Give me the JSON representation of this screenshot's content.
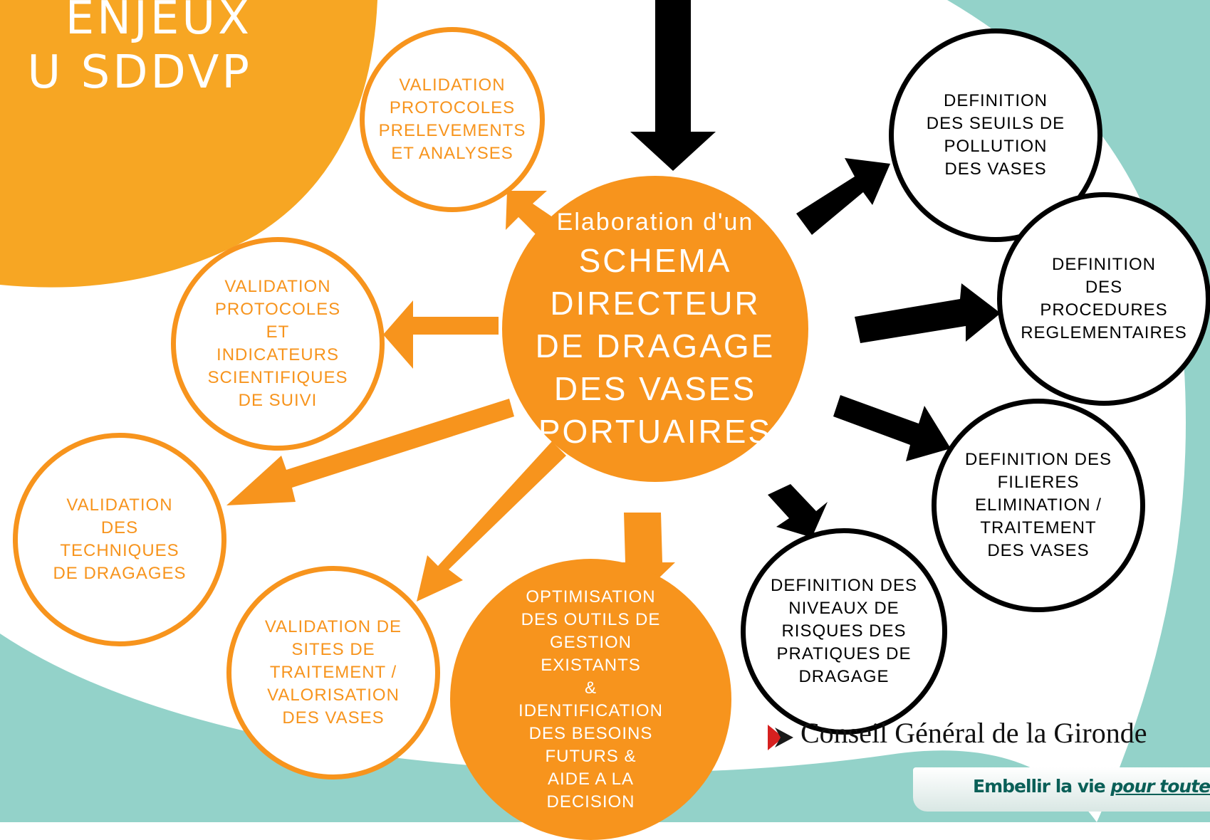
{
  "title": {
    "line1": "ENJEUX",
    "line2": "U SDDVP"
  },
  "colors": {
    "orange": "#f7941d",
    "black": "#000000",
    "teal": "#93d2c9",
    "white": "#ffffff"
  },
  "center": {
    "line1": "Elaboration d'un",
    "lines": [
      "SCHEMA",
      "DIRECTEUR",
      "DE DRAGAGE",
      "DES VASES",
      "PORTUAIRES"
    ]
  },
  "orange_nodes": [
    {
      "lines": [
        "VALIDATION",
        "PROTOCOLES",
        "PRELEVEMENTS",
        "ET ANALYSES"
      ]
    },
    {
      "lines": [
        "VALIDATION",
        "PROTOCOLES",
        "ET",
        "INDICATEURS",
        "SCIENTIFIQUES",
        "DE SUIVI"
      ]
    },
    {
      "lines": [
        "VALIDATION",
        "DES",
        "TECHNIQUES",
        "DE DRAGAGES"
      ]
    },
    {
      "lines": [
        "VALIDATION DE",
        "SITES DE",
        "TRAITEMENT /",
        "VALORISATION",
        "DES VASES"
      ]
    },
    {
      "lines": [
        "OPTIMISATION",
        "DES OUTILS DE",
        "GESTION",
        "EXISTANTS",
        "&",
        "IDENTIFICATION",
        "DES BESOINS",
        "FUTURS &",
        "AIDE A LA",
        "DECISION"
      ]
    }
  ],
  "black_nodes": [
    {
      "lines": [
        "DEFINITION",
        "DES SEUILS DE",
        "POLLUTION",
        "DES VASES"
      ]
    },
    {
      "lines": [
        "DEFINITION",
        "DES",
        "PROCEDURES",
        "REGLEMENTAIRES"
      ]
    },
    {
      "lines": [
        "DEFINITION DES",
        "FILIERES",
        "ELIMINATION /",
        "TRAITEMENT",
        "DES VASES"
      ]
    },
    {
      "lines": [
        "DEFINITION DES",
        "NIVEAUX DE",
        "RISQUES DES",
        "PRATIQUES DE",
        "DRAGAGE"
      ]
    }
  ],
  "logo": {
    "name": "Conseil Général de la Gironde",
    "tagline_start": "Embellir la vie",
    "tagline_em": "pour toute la vie"
  }
}
